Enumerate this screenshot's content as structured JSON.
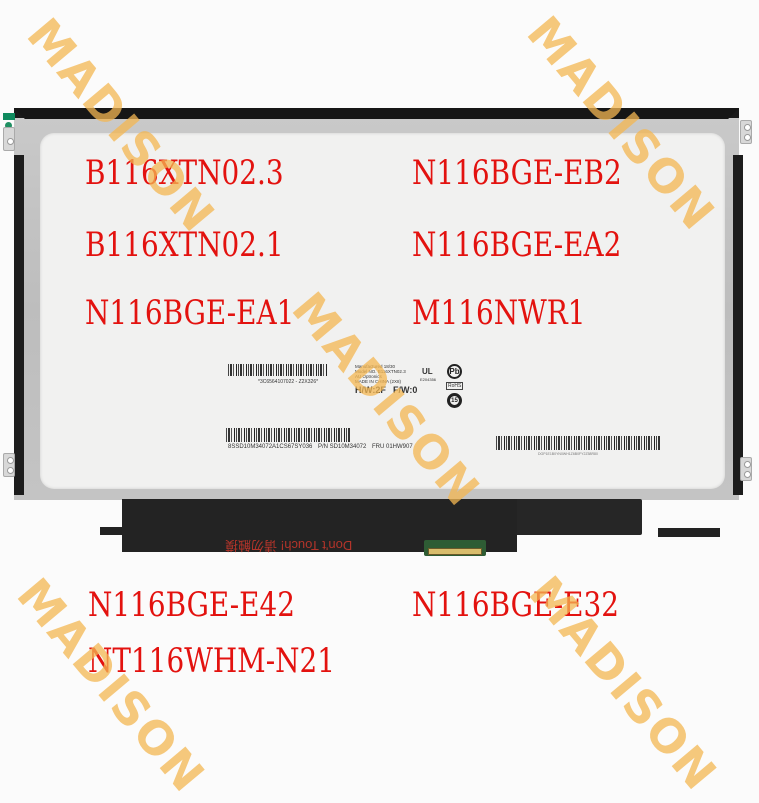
{
  "product_image": {
    "subject": "11.6-inch laptop LCD panel",
    "text_color": "#e3120f",
    "watermark_color": "#f4b752"
  },
  "compatible_models": {
    "row1": [
      "B116XTN02.3",
      "N116BGE-EB2"
    ],
    "row2": [
      "B116XTN02.1",
      "N116BGE-EA2"
    ],
    "row3": [
      "N116BGE-EA1",
      "M116NWR1"
    ],
    "row4": [
      "N116BGE-E42",
      "N116BGE-E32"
    ],
    "row5": [
      "NT116WHM-N21"
    ]
  },
  "watermarks": [
    "MADISON",
    "MADISON",
    "MADISON",
    "MADISON",
    "MADISON"
  ],
  "panel_label": {
    "barcode1_text": "*3C6564107022 - Z2X326*",
    "info_lines": [
      "Manufactured 18/30",
      "Model NO. B116XTN02.3",
      "AU Optronics",
      "MADE IN CHINA (2X8)"
    ],
    "hw": "H/W:2F",
    "fw": "F/W:0",
    "ul_code": "E204356",
    "rohs": "RoHS",
    "recycle_years": "15",
    "barcode2_text": "8SSD10M34072A1CS67SY036",
    "pn": "P/N SD10M34072",
    "fru": "FRU 01HW907",
    "barcode3_text": "DGP1E1B0YN0WH1Z6B0FY2Z58R80"
  },
  "pcb": {
    "warning": "Don't Touch! 请勿触摸"
  }
}
